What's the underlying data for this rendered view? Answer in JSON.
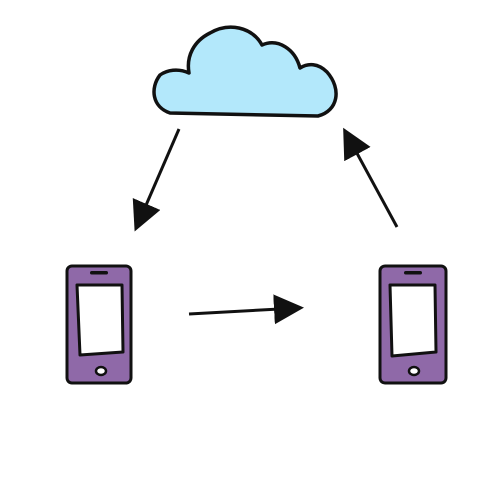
{
  "diagram": {
    "nodes": [
      {
        "id": "cloud",
        "kind": "cloud",
        "icon": "cloud-icon",
        "label": ""
      },
      {
        "id": "phone-left",
        "kind": "phone",
        "icon": "smartphone-icon",
        "label": ""
      },
      {
        "id": "phone-right",
        "kind": "phone",
        "icon": "smartphone-icon",
        "label": ""
      }
    ],
    "edges": [
      {
        "from": "cloud",
        "to": "phone-left"
      },
      {
        "from": "phone-left",
        "to": "phone-right"
      },
      {
        "from": "phone-right",
        "to": "cloud"
      }
    ]
  },
  "colors": {
    "background": "#ffffff",
    "outline": "#111111",
    "cloud_fill": "#b3e8fb",
    "phone_body": "#8f69a8",
    "phone_screen": "#ffffff"
  }
}
